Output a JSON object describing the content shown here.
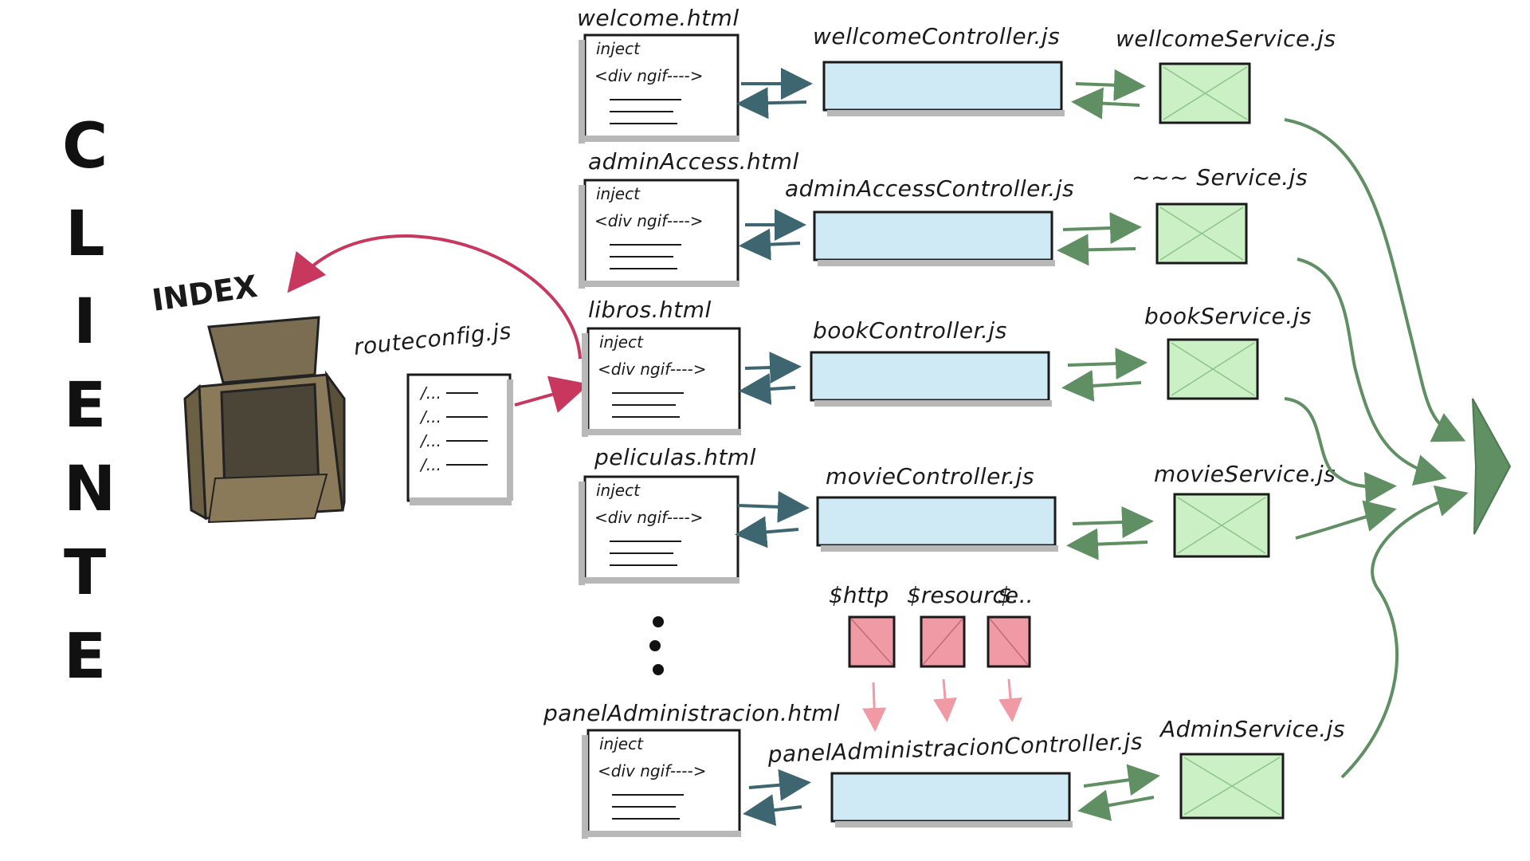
{
  "colors": {
    "ink": "#1a1a1a",
    "controller_fill": "#cfe9f5",
    "service_fill": "#ccf0c6",
    "dependency_fill": "#ef9aa5",
    "service_arrow": "#5f8f62",
    "controller_arrow": "#3d6670",
    "route_arrow": "#c8385e",
    "box_dark": "#4a4536",
    "box_light": "#8a7a5a",
    "shadow": "#b8b8b8"
  },
  "side_label": [
    "C",
    "L",
    "I",
    "E",
    "N",
    "T",
    "E"
  ],
  "index": {
    "label": "INDEX",
    "icon": "open-box-icon"
  },
  "routeconfig": {
    "label": "routeconfig.js",
    "lines": [
      "/...",
      "/...",
      "/...",
      "/..."
    ]
  },
  "view_snippet": {
    "line1": "inject",
    "line2": "<div ngif---->"
  },
  "rows": [
    {
      "view": "welcome.html",
      "controller": "wellcomeController.js",
      "service": "wellcomeService.js"
    },
    {
      "view": "adminAccess.html",
      "controller": "adminAccessController.js",
      "service": "~~~ Service.js"
    },
    {
      "view": "libros.html",
      "controller": "bookController.js",
      "service": "bookService.js"
    },
    {
      "view": "peliculas.html",
      "controller": "movieController.js",
      "service": "movieService.js"
    },
    {
      "view": "panelAdministracion.html",
      "controller": "panelAdministracionController.js",
      "service": "AdminService.js"
    }
  ],
  "dependencies": [
    "$http",
    "$resource",
    "$..."
  ]
}
